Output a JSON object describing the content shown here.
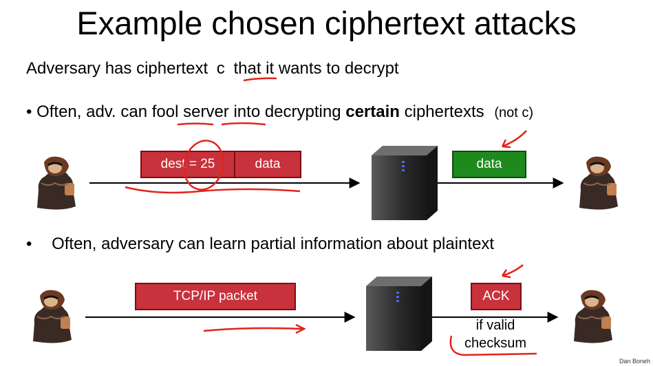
{
  "title": "Example chosen ciphertext attacks",
  "intro": {
    "before": "Adversary has ciphertext",
    "var": "c",
    "after": "that it wants to decrypt"
  },
  "bullet1": {
    "dot": "•",
    "text_a": "Often, adv. can",
    "fool": "fool",
    "server": "server",
    "text_b": "into decrypting",
    "bold": "certain",
    "text_c": "ciphertexts",
    "note": "(not c)"
  },
  "row1": {
    "cipher_left": "dest = 25",
    "cipher_right": "data",
    "output": "data"
  },
  "bullet2": {
    "dot": "•",
    "text": "Often, adversary can learn partial information about plaintext"
  },
  "row2": {
    "packet": "TCP/IP packet",
    "response": "ACK",
    "condition_1": "if valid",
    "condition_2": "checksum"
  },
  "credit": "Dan Boneh",
  "colors": {
    "cipher_red": "#c8323c",
    "plain_green": "#1e8a1e",
    "ink": "#e2231a"
  },
  "icons": {
    "adversary": "hacker-icon",
    "server": "server-icon"
  }
}
